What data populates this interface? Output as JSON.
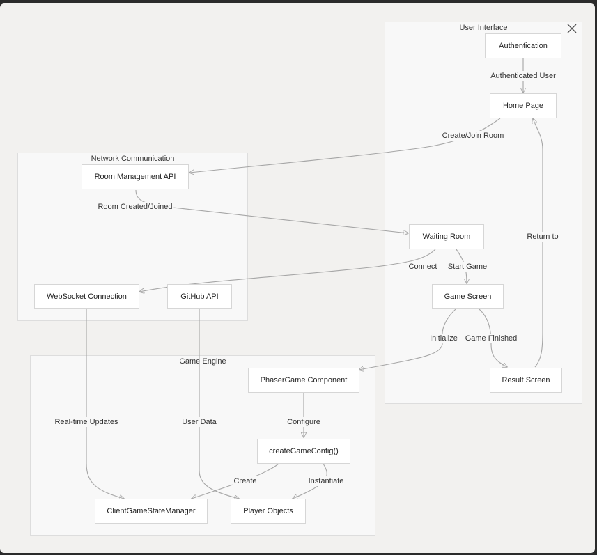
{
  "clusters": {
    "ui": "User Interface",
    "network": "Network Communication",
    "engine": "Game Engine"
  },
  "nodes": {
    "authentication": "Authentication",
    "home": "Home Page",
    "room_api": "Room Management API",
    "waiting": "Waiting Room",
    "websocket": "WebSocket Connection",
    "github": "GitHub API",
    "game_screen": "Game Screen",
    "phaser": "PhaserGame Component",
    "result": "Result Screen",
    "config": "createGameConfig()",
    "state_manager": "ClientGameStateManager",
    "players": "Player Objects"
  },
  "edges": {
    "authenticated_user": "Authenticated User",
    "create_join": "Create/Join Room",
    "room_created": "Room Created/Joined",
    "connect": "Connect",
    "start_game": "Start Game",
    "return_to": "Return to",
    "initialize": "Initialize",
    "game_finished": "Game Finished",
    "realtime": "Real-time Updates",
    "user_data": "User Data",
    "configure": "Configure",
    "create": "Create",
    "instantiate": "Instantiate"
  },
  "colors": {
    "edge": "#a6a6a6",
    "node_border": "#d6d6d6",
    "cluster_bg": "#f8f8f8",
    "canvas_bg": "#f2f1ef"
  },
  "icons": {
    "close": "close-icon"
  }
}
